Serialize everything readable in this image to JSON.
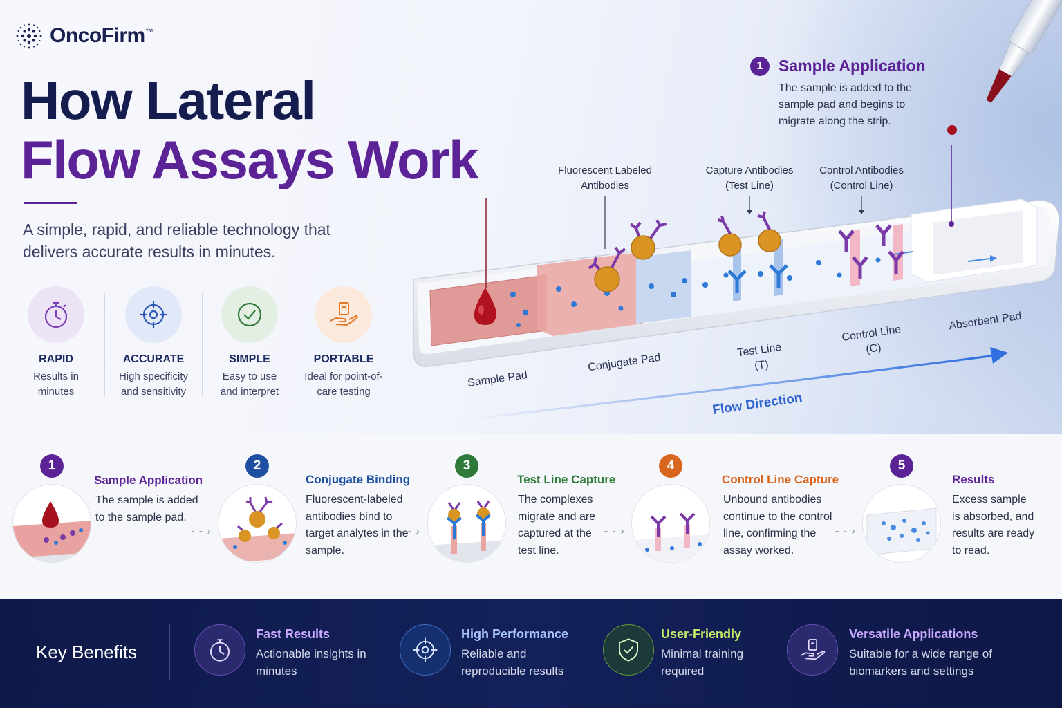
{
  "brand": {
    "name": "OncoFirm",
    "trademark": "™"
  },
  "title": {
    "line1": "How Lateral",
    "line2": "Flow Assays Work"
  },
  "subtitle": "A simple, rapid, and reliable technology that delivers accurate results in minutes.",
  "features": [
    {
      "icon": "stopwatch-icon",
      "title": "RAPID",
      "desc": "Results in minutes",
      "color": "#7b3fb8"
    },
    {
      "icon": "crosshair-icon",
      "title": "ACCURATE",
      "desc": "High specificity and sensitivity",
      "color": "#2a56b8"
    },
    {
      "icon": "checkmark-circle-icon",
      "title": "SIMPLE",
      "desc": "Easy to use and interpret",
      "color": "#2f7a3a"
    },
    {
      "icon": "hand-device-icon",
      "title": "PORTABLE",
      "desc": "Ideal for point-of-care testing",
      "color": "#e07a2a"
    }
  ],
  "strip": {
    "annotations": {
      "fluorescent": "Fluorescent Labeled Antibodies",
      "capture": "Capture Antibodies (Test Line)",
      "control": "Control Antibodies (Control Line)"
    },
    "pads": {
      "sample": "Sample Pad",
      "conjugate": "Conjugate Pad",
      "test": "Test Line (T)",
      "control": "Control Line (C)",
      "absorbent": "Absorbent Pad"
    },
    "flow": "Flow Direction"
  },
  "sample_application": {
    "number": "1",
    "title": "Sample Application",
    "desc": "The sample is added to the sample pad and begins to migrate along the strip."
  },
  "steps": [
    {
      "number": "1",
      "title": "Sample Application",
      "desc": "The sample is added to the sample pad.",
      "color": "#5b2395"
    },
    {
      "number": "2",
      "title": "Conjugate Binding",
      "desc": "Fluorescent-labeled antibodies bind to target analytes in the sample.",
      "color": "#1e4fa0"
    },
    {
      "number": "3",
      "title": "Test Line Capture",
      "desc": "The complexes migrate and are captured at the test line.",
      "color": "#2f7a3a"
    },
    {
      "number": "4",
      "title": "Control Line Capture",
      "desc": "Unbound antibodies continue to the control line, confirming the assay worked.",
      "color": "#d9661f"
    },
    {
      "number": "5",
      "title": "Results",
      "desc": "Excess sample is absorbed, and results are ready to read.",
      "color": "#5b2395"
    }
  ],
  "benefits": {
    "title": "Key Benefits",
    "items": [
      {
        "icon": "stopwatch-icon",
        "title": "Fast Results",
        "desc": "Actionable insights in minutes",
        "color": "#c9a8ff"
      },
      {
        "icon": "crosshair-icon",
        "title": "High Performance",
        "desc": "Reliable and reproducible results",
        "color": "#a9c4ff"
      },
      {
        "icon": "shield-check-icon",
        "title": "User-Friendly",
        "desc": "Minimal training required",
        "color": "#c4ec6a"
      },
      {
        "icon": "hand-device-icon",
        "title": "Versatile Applications",
        "desc": "Suitable for a wide range of biomarkers and settings",
        "color": "#c9a8ff"
      }
    ]
  }
}
